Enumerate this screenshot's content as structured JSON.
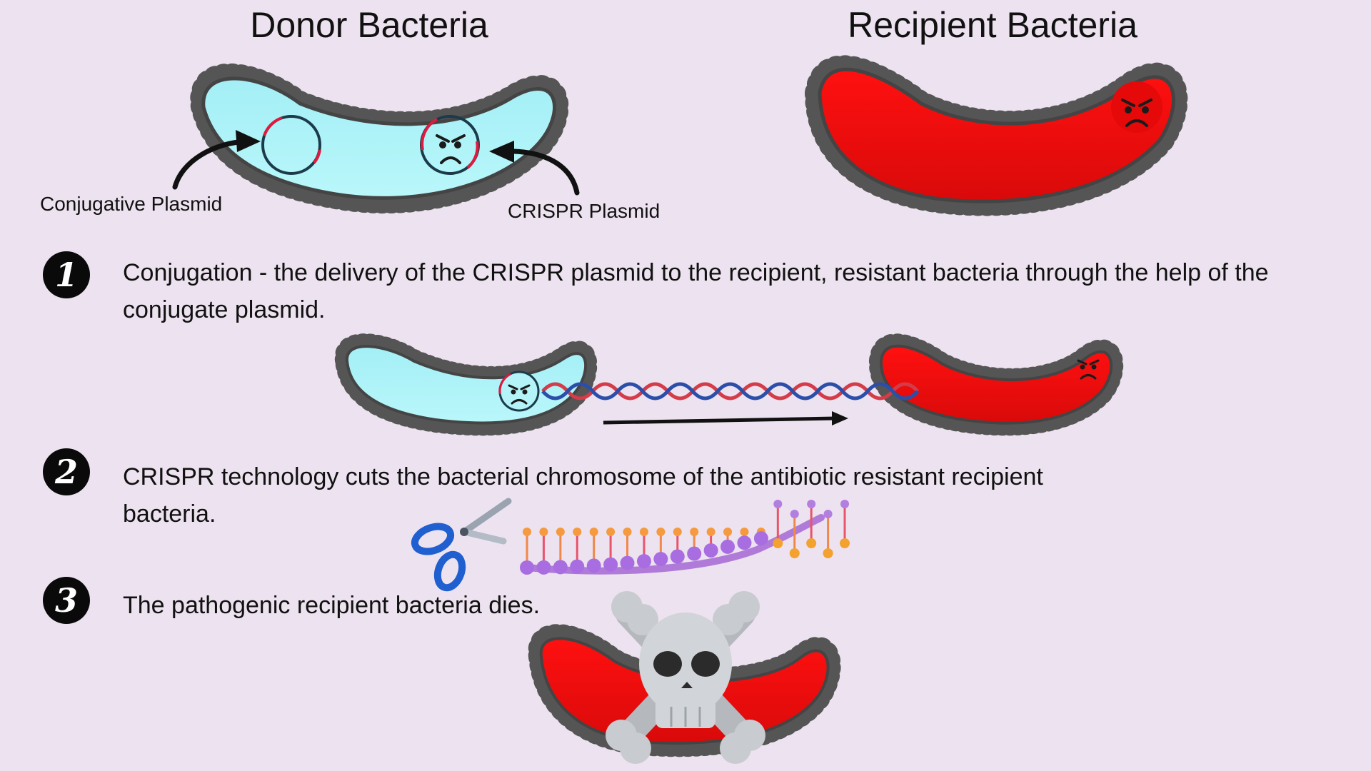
{
  "titles": {
    "donor": "Donor Bacteria",
    "recipient": "Recipient Bacteria"
  },
  "labels": {
    "conjugative": "Conjugative Plasmid",
    "crispr": "CRISPR Plasmid"
  },
  "steps": [
    {
      "number": "1",
      "text": "Conjugation - the delivery of the CRISPR plasmid to the recipient, resistant bacteria through the help of the conjugate plasmid."
    },
    {
      "number": "2",
      "text": "CRISPR technology cuts the bacterial chromosome of the antibiotic resistant recipient bacteria."
    },
    {
      "number": "3",
      "text": "The pathogenic recipient bacteria dies."
    }
  ],
  "colors": {
    "background": "#ede2ef",
    "donor_body": "#a8f2f6",
    "recipient_body": "#f00e0e",
    "skull": "#c8cbcf"
  },
  "icons": [
    "arrow-icon",
    "dna-helix-icon",
    "scissors-icon",
    "skull-crossbones-icon",
    "angry-face-icon"
  ]
}
